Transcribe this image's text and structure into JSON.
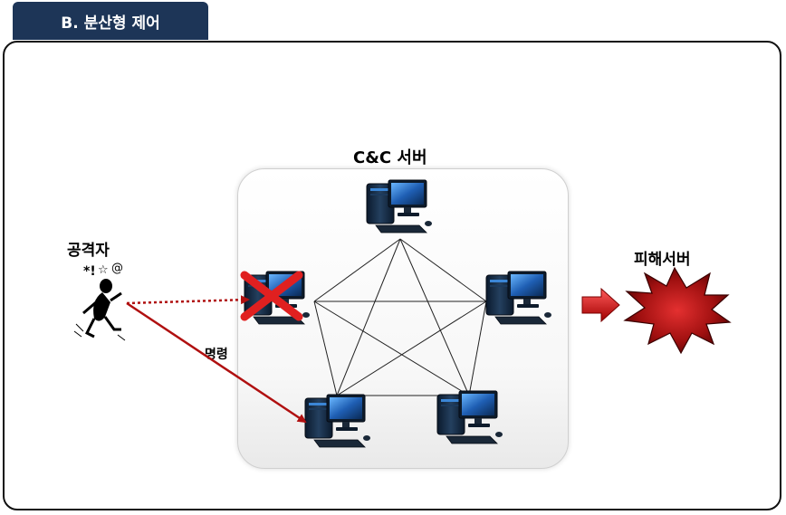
{
  "tab": {
    "title": "B. 분산형 제어"
  },
  "labels": {
    "cnc_server": "C&C 서버",
    "attacker": "공격자",
    "victim_server": "피해서버",
    "command": "명령"
  },
  "colors": {
    "tab_bg": "#1d3557",
    "arrow_red": "#b01010",
    "cross_red": "#e02020",
    "burst_dark": "#8a0a0a"
  },
  "icons": {
    "attacker": "attacker-figure-icon",
    "computer": "desktop-computer-icon",
    "disabled": "red-x-icon",
    "victim": "explosion-burst-icon",
    "flow": "right-arrow-icon"
  }
}
